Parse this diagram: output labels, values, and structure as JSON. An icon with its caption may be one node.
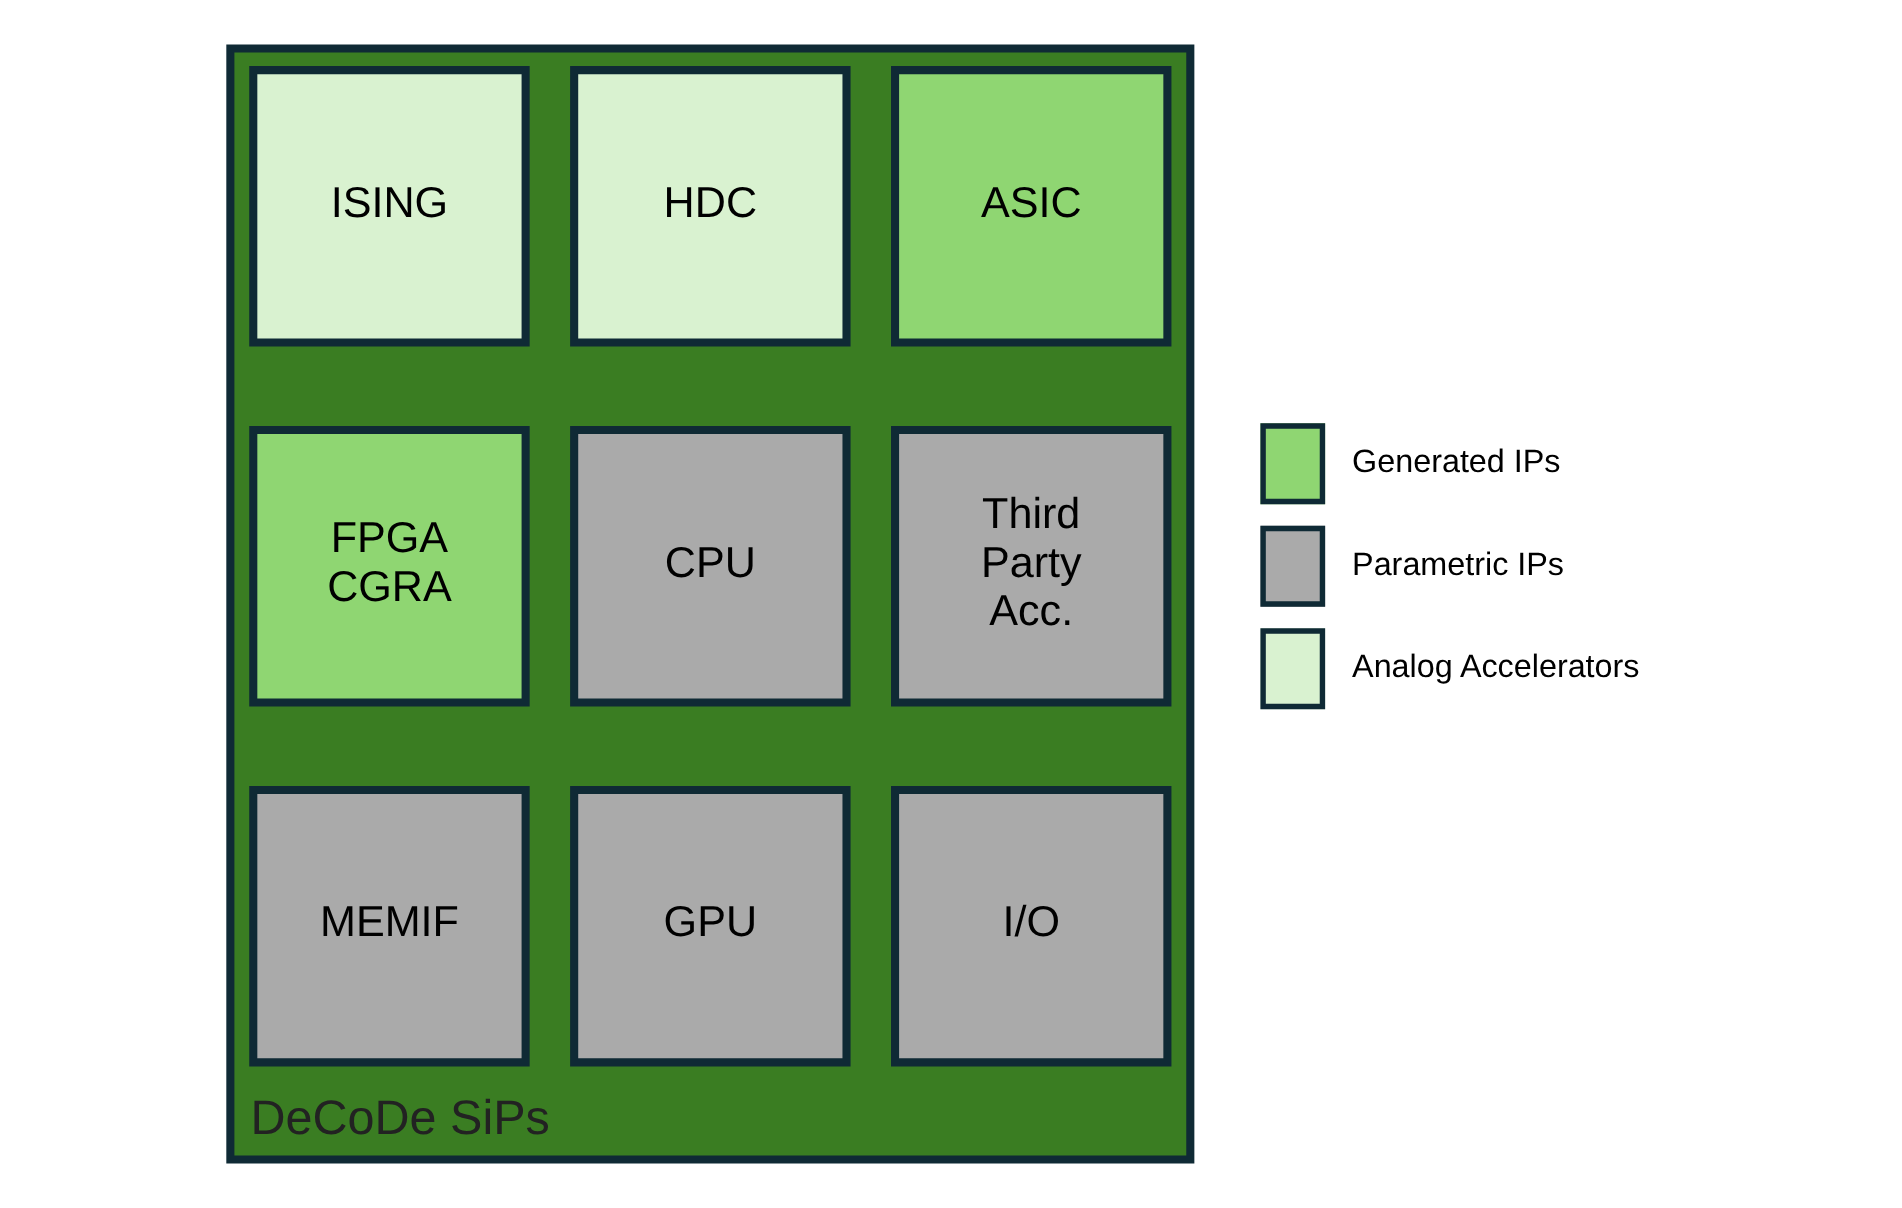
{
  "diagram": {
    "nodes": [
      {
        "text": [
          "DeCoDe SiPs"
        ]
      },
      {
        "text": [
          "ISING"
        ],
        "in": 0
      },
      {
        "text": [
          "HDC"
        ],
        "in": 0
      },
      {
        "text": [
          "ASIC"
        ],
        "in": 0
      },
      {
        "text": [
          "FPGA CGRA"
        ],
        "in": 0
      },
      {
        "text": [
          "CPU"
        ],
        "in": 0
      },
      {
        "text": [
          "Third Party Acc."
        ],
        "in": 0
      },
      {
        "text": [
          "MEMIF"
        ],
        "in": 0
      },
      {
        "text": [
          "GPU"
        ],
        "in": 0
      },
      {
        "text": [
          "I/O"
        ],
        "in": 0
      }
    ],
    "edges": [],
    "legend": [
      {
        "text": "Generated IPs",
        "color": "#8fd672"
      },
      {
        "text": "Parametric IPs",
        "color": "#aaaaaa"
      },
      {
        "text": "Analog Accelerators",
        "color": "#d9f2d0"
      }
    ]
  }
}
